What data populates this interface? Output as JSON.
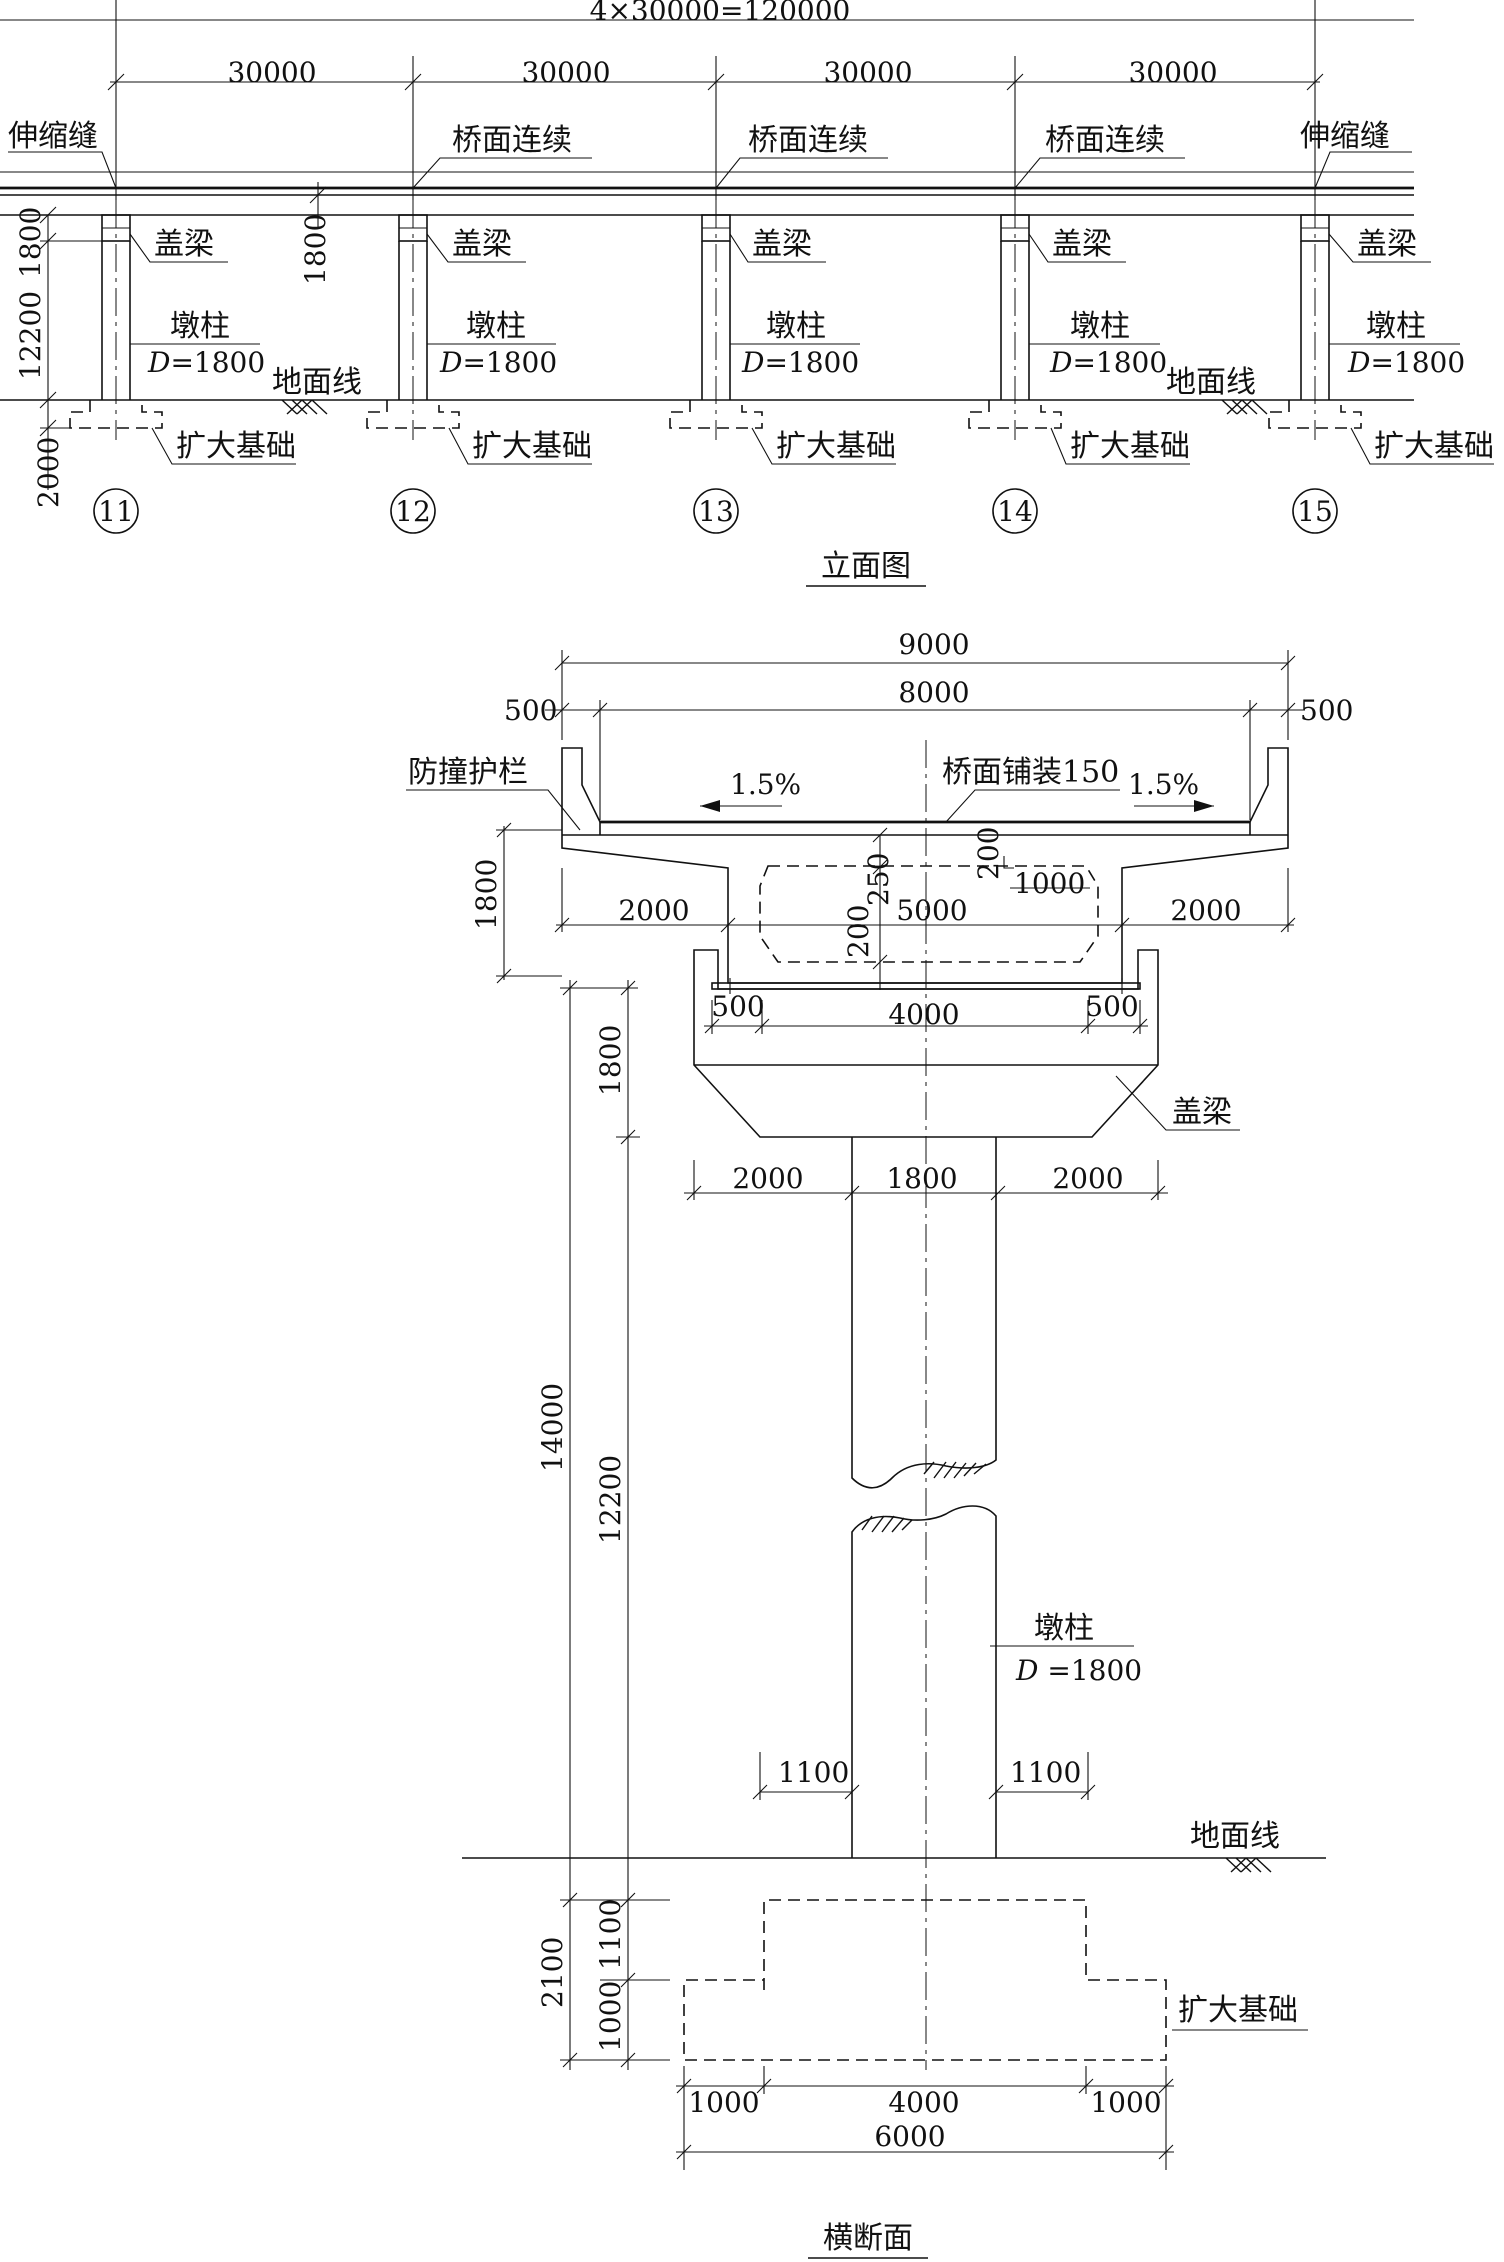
{
  "elevation": {
    "total_dim": "4×30000=120000",
    "span_dims": [
      "30000",
      "30000",
      "30000",
      "30000"
    ],
    "top_labels": [
      "伸缩缝",
      "桥面连续",
      "桥面连续",
      "桥面连续",
      "伸缩缝"
    ],
    "cap_beam": "盖梁",
    "pier": "墩柱",
    "pier_d_letter": "D",
    "pier_d_value": "=1800",
    "ground": "地面线",
    "footing": "扩大基础",
    "pier_numbers": [
      "11",
      "12",
      "13",
      "14",
      "15"
    ],
    "left_dims": [
      "1800",
      "12200",
      "2000"
    ],
    "girder_dim": "1800",
    "title": "立面图"
  },
  "section": {
    "top_dims": [
      "9000",
      "8000",
      "500",
      "500"
    ],
    "barrier": "防撞护栏",
    "paving": "桥面铺装150",
    "slope_left": "1.5%",
    "slope_right": "1.5%",
    "girder_depth": "1800",
    "box_dims": [
      "2000",
      "5000",
      "2000"
    ],
    "box_inner": [
      "250",
      "200",
      "200",
      "1000"
    ],
    "bearing_dims": [
      "500",
      "4000",
      "500"
    ],
    "cap_beam": "盖梁",
    "cap_dims": [
      "2000",
      "1800",
      "2000"
    ],
    "left_dims": [
      "1800",
      "14000",
      "12200",
      "2100",
      "1100",
      "1000"
    ],
    "pier": "墩柱",
    "pier_d_letter": "D",
    "pier_d_value": " =1800",
    "side_dims": [
      "1100",
      "1100"
    ],
    "ground": "地面线",
    "footing": "扩大基础",
    "foot_dims": [
      "1000",
      "4000",
      "1000",
      "6000"
    ],
    "title": "横断面"
  }
}
